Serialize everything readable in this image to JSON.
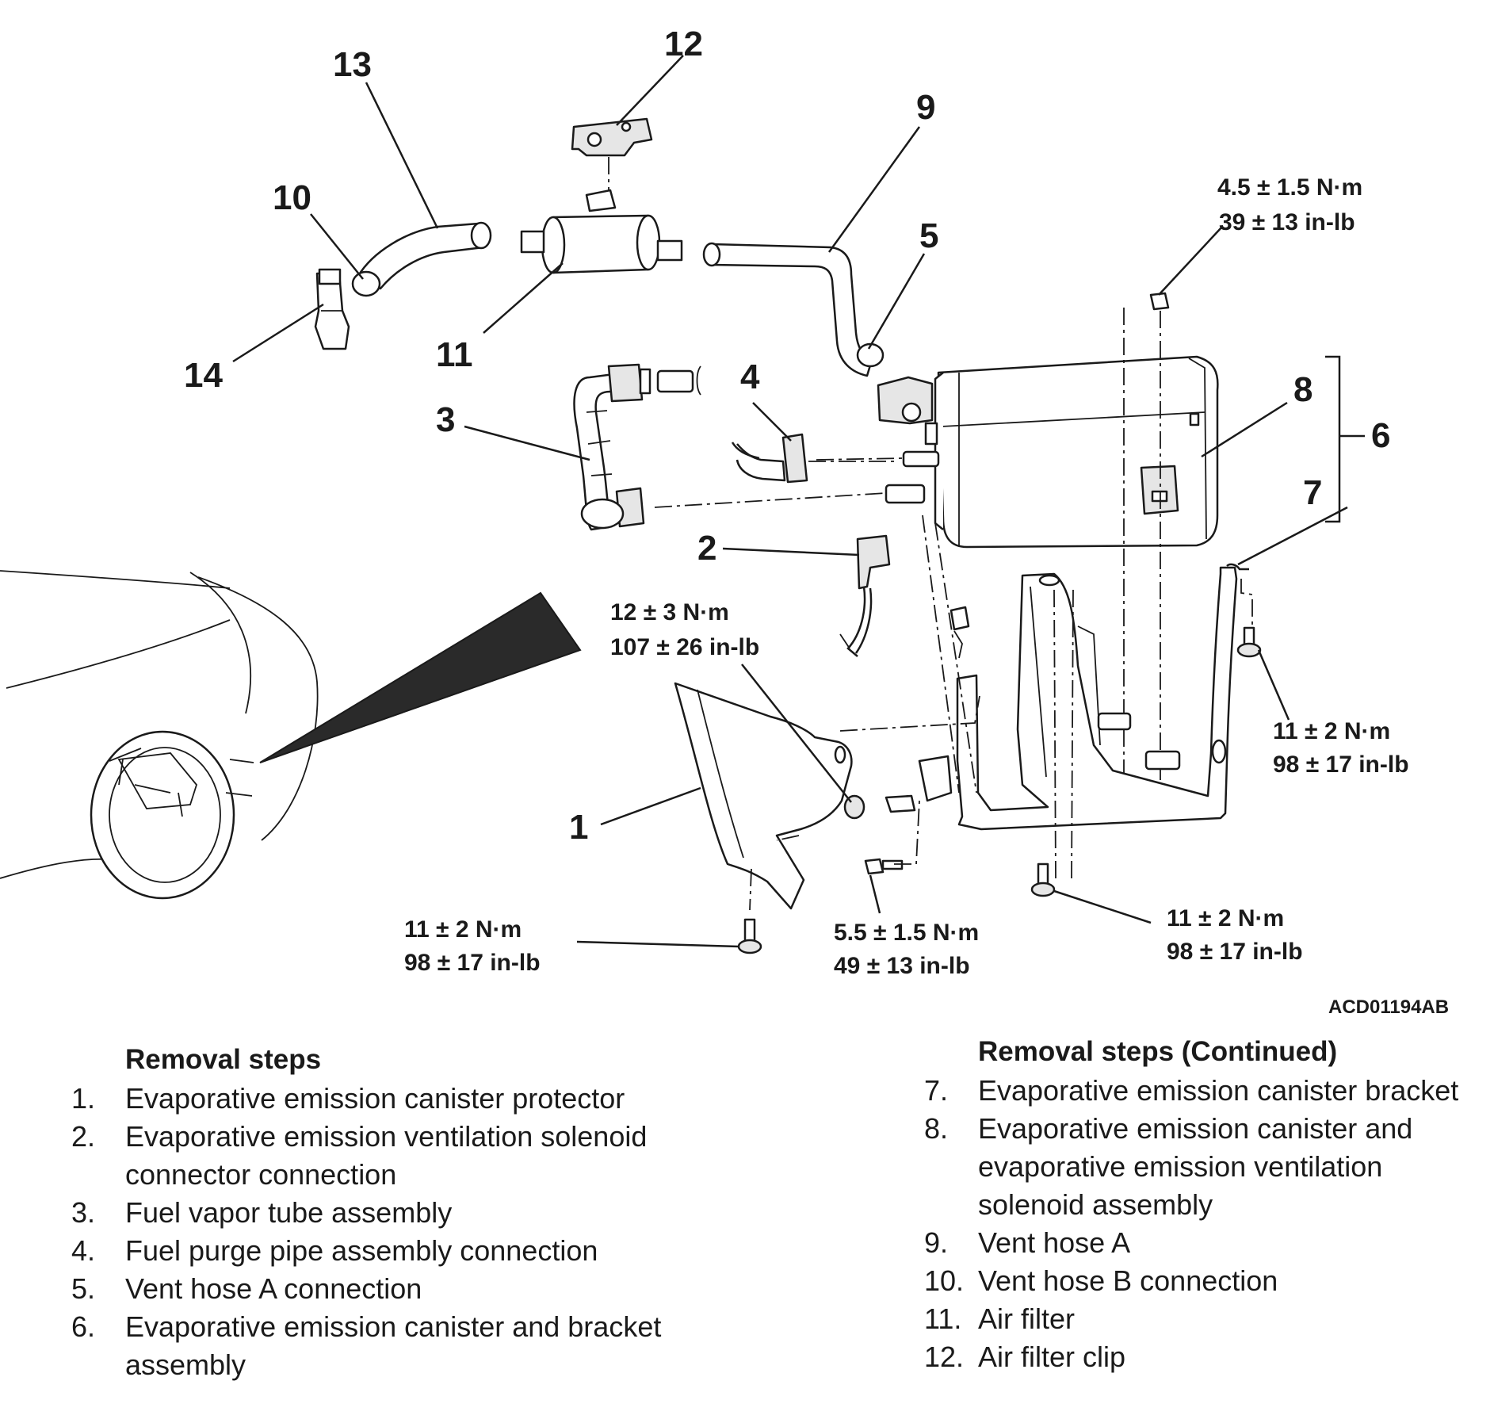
{
  "figure_id": "ACD01194AB",
  "callouts": [
    "1",
    "2",
    "3",
    "4",
    "5",
    "6",
    "7",
    "8",
    "9",
    "10",
    "11",
    "12",
    "13",
    "14"
  ],
  "torque_specs": [
    {
      "nm": "4.5 ± 1.5 N·m",
      "inlb": "39 ± 13 in-lb"
    },
    {
      "nm": "12 ± 3 N·m",
      "inlb": "107 ± 26 in-lb"
    },
    {
      "nm": "11 ± 2 N·m",
      "inlb": "98 ± 17 in-lb"
    },
    {
      "nm": "11 ± 2 N·m",
      "inlb": "98 ± 17 in-lb"
    },
    {
      "nm": "5.5 ± 1.5 N·m",
      "inlb": "49 ± 13 in-lb"
    },
    {
      "nm": "11 ± 2 N·m",
      "inlb": "98 ± 17 in-lb"
    }
  ],
  "steps_left": {
    "title": "Removal steps",
    "items": [
      {
        "num": "1.",
        "text": "Evaporative emission canister protector"
      },
      {
        "num": "2.",
        "text": "Evaporative emission ventilation solenoid connector connection"
      },
      {
        "num": "3.",
        "text": "Fuel vapor tube assembly"
      },
      {
        "num": "4.",
        "text": "Fuel purge pipe assembly connection"
      },
      {
        "num": "5.",
        "text": "Vent hose A connection"
      },
      {
        "num": "6.",
        "text": "Evaporative emission canister and bracket assembly"
      }
    ]
  },
  "steps_right": {
    "title": "Removal steps (Continued)",
    "items": [
      {
        "num": "7.",
        "text": "Evaporative emission canister bracket"
      },
      {
        "num": "8.",
        "text": "Evaporative emission canister and evaporative emission ventilation solenoid assembly"
      },
      {
        "num": "9.",
        "text": "Vent hose A"
      },
      {
        "num": "10.",
        "text": "Vent hose B connection"
      },
      {
        "num": "11.",
        "text": "Air filter"
      },
      {
        "num": "12.",
        "text": "Air filter clip"
      }
    ]
  }
}
